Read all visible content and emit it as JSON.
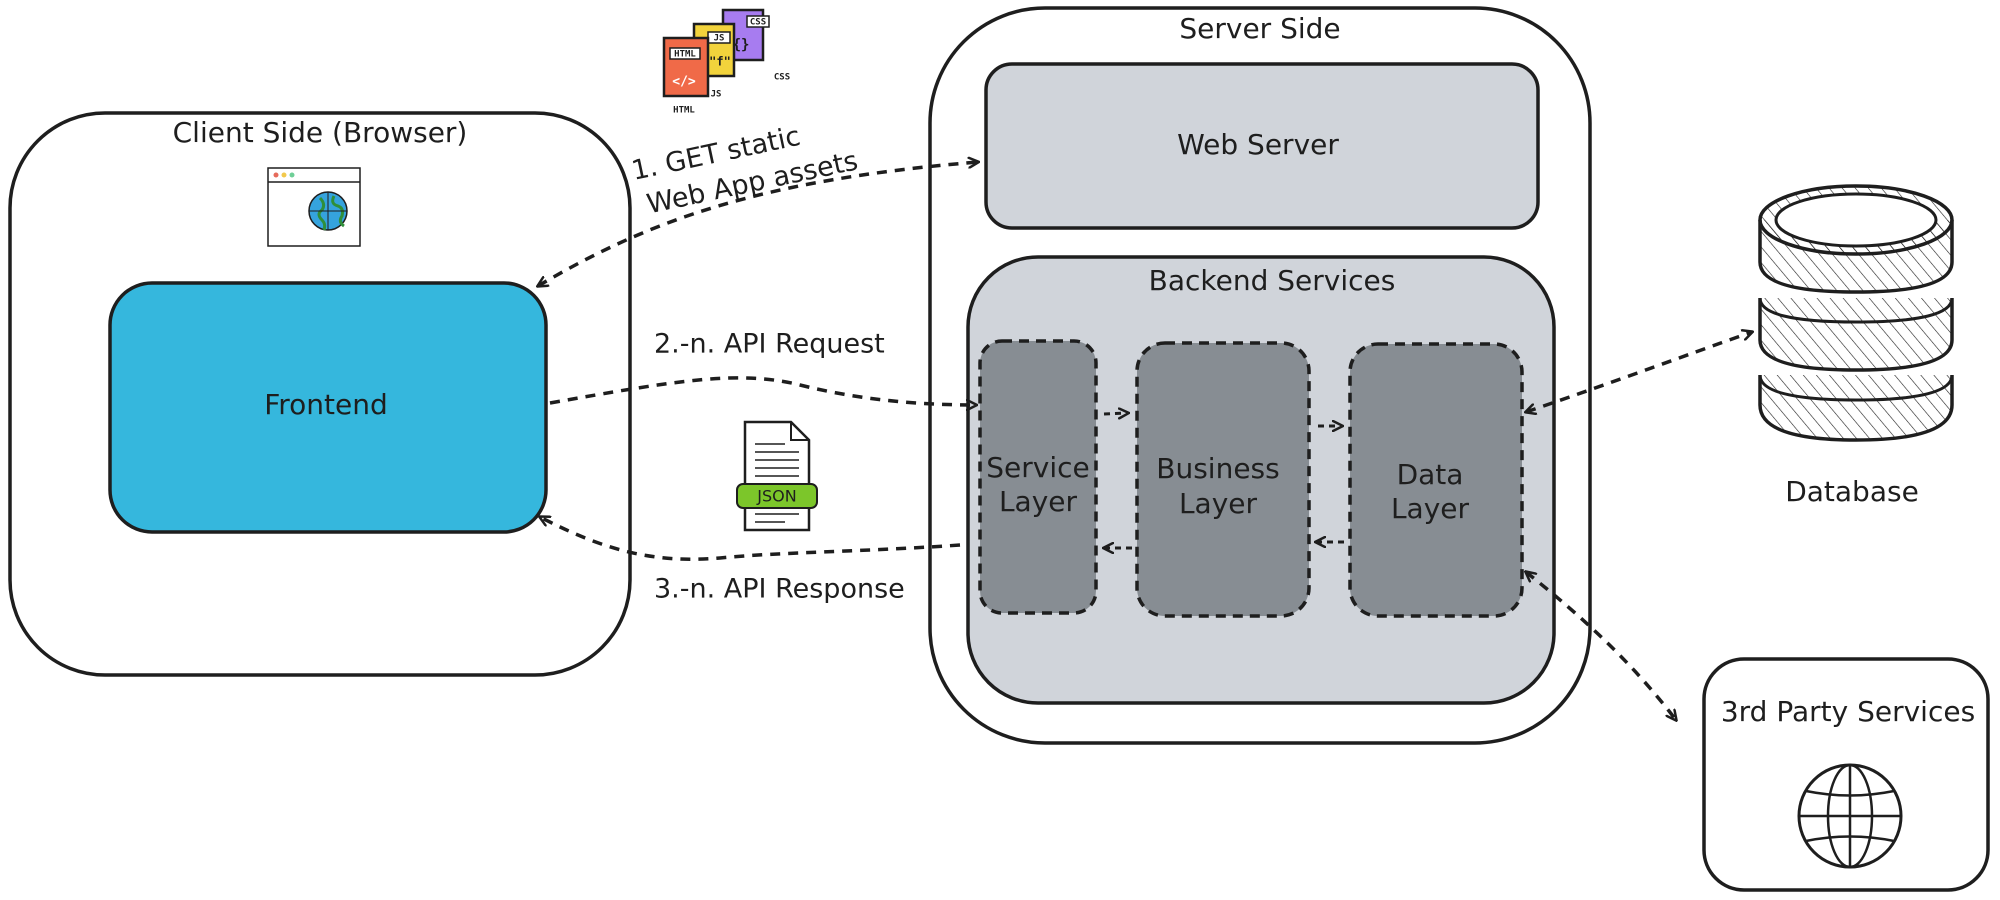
{
  "colors": {
    "stroke": "#1e1e1e",
    "frontend": "#35b7dd",
    "panel": "#d0d4da",
    "layer": "#878d93",
    "html_doc": "#f06a48",
    "js_doc": "#f2d33c",
    "css_doc": "#a77cf0",
    "json_tag": "#7cc62a"
  },
  "client": {
    "title": "Client Side (Browser)",
    "browser_icon": "browser-window-icon",
    "frontend_label": "Frontend"
  },
  "server": {
    "title": "Server Side",
    "web_server_label": "Web Server",
    "backend_title": "Backend Services",
    "service_layer": [
      "Service",
      "Layer"
    ],
    "business_layer": [
      "Business",
      "Layer"
    ],
    "data_layer": [
      "Data",
      "Layer"
    ]
  },
  "database": {
    "label": "Database",
    "icon": "database-cylinder-icon"
  },
  "third_party": {
    "label": "3rd Party Services",
    "icon": "globe-icon"
  },
  "flows": {
    "get_assets": [
      "1. GET static",
      "Web App assets"
    ],
    "api_request": "2.-n. API Request",
    "api_response": "3.-n. API Response"
  },
  "asset_icons": {
    "html_tag": "HTML",
    "js_tag": "JS",
    "css_tag": "CSS",
    "html_code": "</>",
    "js_code": "\"f\"",
    "css_code": "{}",
    "html_caption": "HTML",
    "js_caption": "JS",
    "css_caption": "CSS"
  },
  "json_icon": {
    "tag": "JSON"
  }
}
